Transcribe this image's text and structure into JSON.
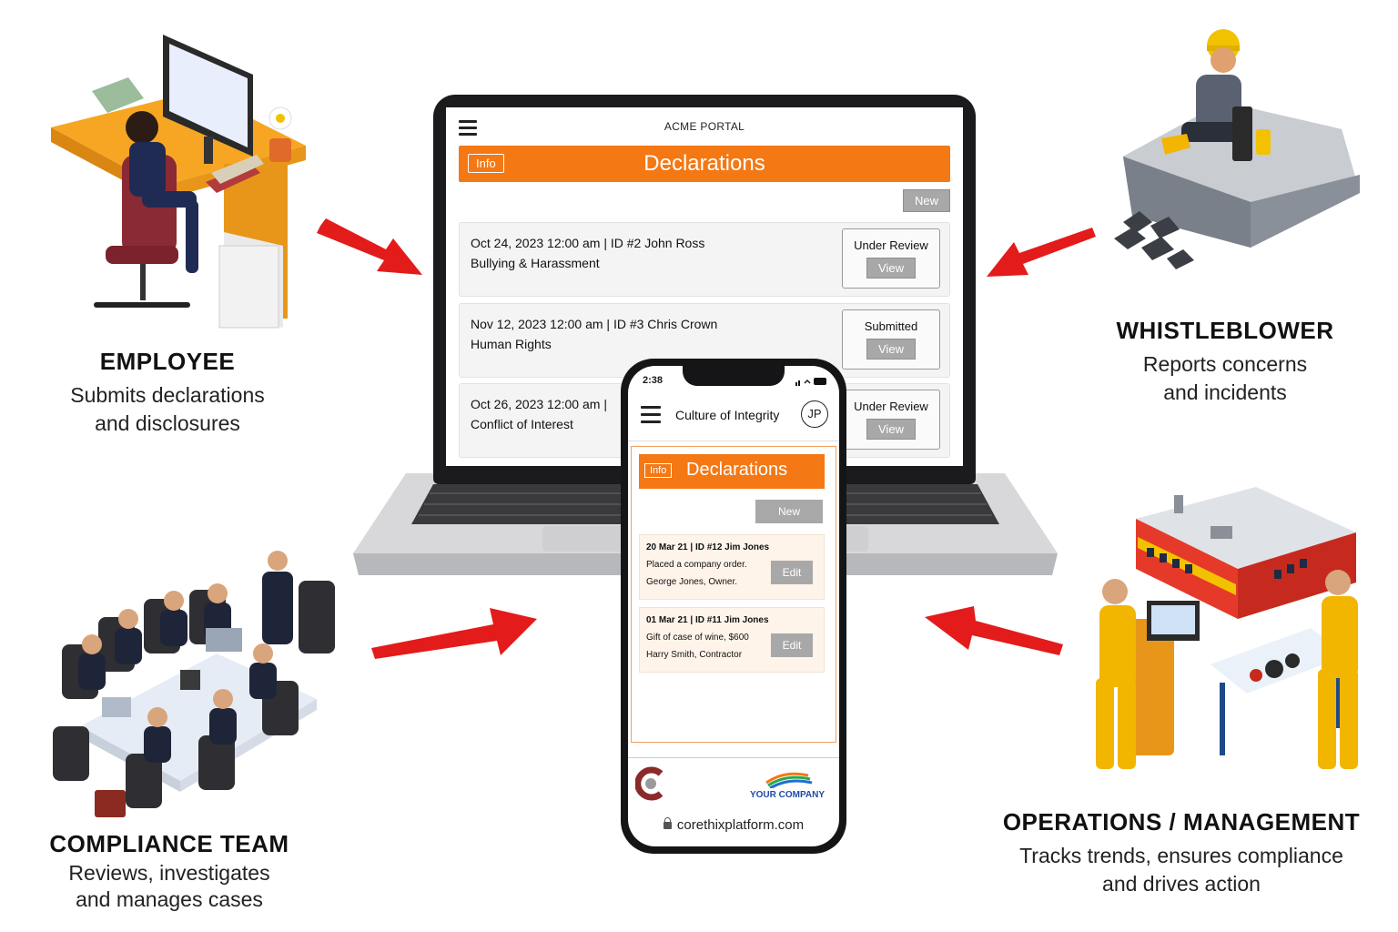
{
  "roles": {
    "employee": {
      "title": "EMPLOYEE",
      "line1": "Submits declarations",
      "line2": "and disclosures"
    },
    "whistleblower": {
      "title": "WHISTLEBLOWER",
      "line1": "Reports concerns",
      "line2": "and incidents"
    },
    "compliance": {
      "title": "COMPLIANCE TEAM",
      "line1": "Reviews, investigates",
      "line2": "and manages cases"
    },
    "operations": {
      "title": "OPERATIONS / MANAGEMENT",
      "line1": "Tracks trends, ensures compliance",
      "line2": "and drives action"
    }
  },
  "laptop": {
    "portal_title": "ACME PORTAL",
    "info_label": "Info",
    "banner_title": "Declarations",
    "new_label": "New",
    "items": [
      {
        "line1": "Oct 24, 2023 12:00 am | ID #2 John Ross",
        "line2": "Bullying & Harassment",
        "status": "Under Review",
        "action": "View"
      },
      {
        "line1": "Nov 12, 2023 12:00 am | ID #3 Chris Crown",
        "line2": "Human Rights",
        "status": "Submitted",
        "action": "View"
      },
      {
        "line1": "Oct 26, 2023 12:00 am |",
        "line2": "Conflict of Interest",
        "status": "Under Review",
        "action": "View"
      }
    ]
  },
  "phone": {
    "time": "2:38",
    "app_title": "Culture of Integrity",
    "avatar_initials": "JP",
    "info_label": "Info",
    "banner_title": "Declarations",
    "new_label": "New",
    "items": [
      {
        "header": "20 Mar 21 | ID #12 Jim Jones",
        "line1": "Placed a company order.",
        "line2": "George Jones, Owner.",
        "action": "Edit"
      },
      {
        "header": "01 Mar 21 | ID #11 Jim Jones",
        "line1": "Gift of case of wine, $600",
        "line2": "Harry Smith, Contractor",
        "action": "Edit"
      }
    ],
    "company_logo_text": "YOUR COMPANY",
    "url": "corethixplatform.com"
  },
  "colors": {
    "accent": "#f47814",
    "arrow": "#e31b1b",
    "button_gray": "#a8a8a8"
  }
}
